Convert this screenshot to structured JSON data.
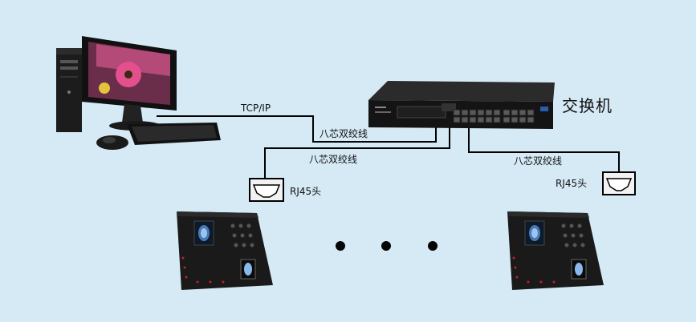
{
  "labels": {
    "tcp_ip": "TCP/IP",
    "cable_1": "八芯双绞线",
    "cable_2": "八芯双绞线",
    "cable_3": "八芯双绞线",
    "rj45_left": "RJ45头",
    "rj45_right": "RJ45头",
    "switch": "交换机"
  },
  "colors": {
    "background": "#d6eaf6",
    "cable": "#000000",
    "device_body": "#1a1a1a"
  },
  "icons": {
    "computer": "desktop-computer-icon",
    "switch": "network-switch-icon",
    "terminal": "face-recognition-terminal-icon",
    "connector": "rj45-connector-icon"
  }
}
